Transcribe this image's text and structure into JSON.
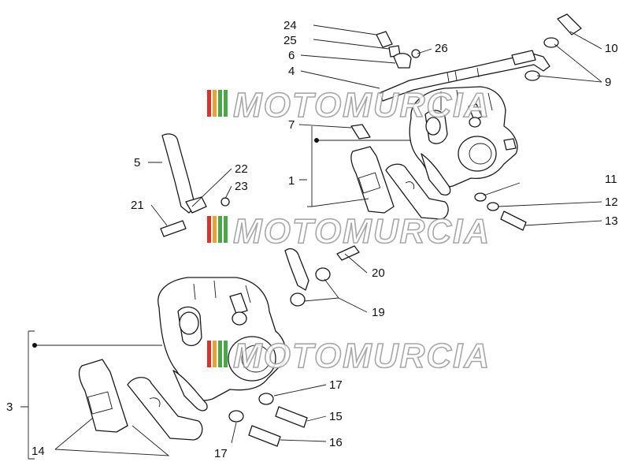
{
  "watermark": {
    "text": "MOTOMURCIA"
  },
  "callouts": {
    "c1": "1",
    "c3": "3",
    "c4": "4",
    "c5": "5",
    "c6": "6",
    "c7": "7",
    "c9": "9",
    "c10": "10",
    "c11": "11",
    "c12": "12",
    "c13": "13",
    "c14": "14",
    "c15": "15",
    "c16": "16",
    "c17a": "17",
    "c17b": "17",
    "c19": "19",
    "c20": "20",
    "c21": "21",
    "c22": "22",
    "c23": "23",
    "c24": "24",
    "c25": "25",
    "c26": "26"
  },
  "colors": {
    "line": "#1a1a1a",
    "watermark_outline": "#9a9a9a",
    "logo_red": "#d9342b",
    "logo_orange": "#f0a030",
    "logo_green": "#4aa84a"
  }
}
